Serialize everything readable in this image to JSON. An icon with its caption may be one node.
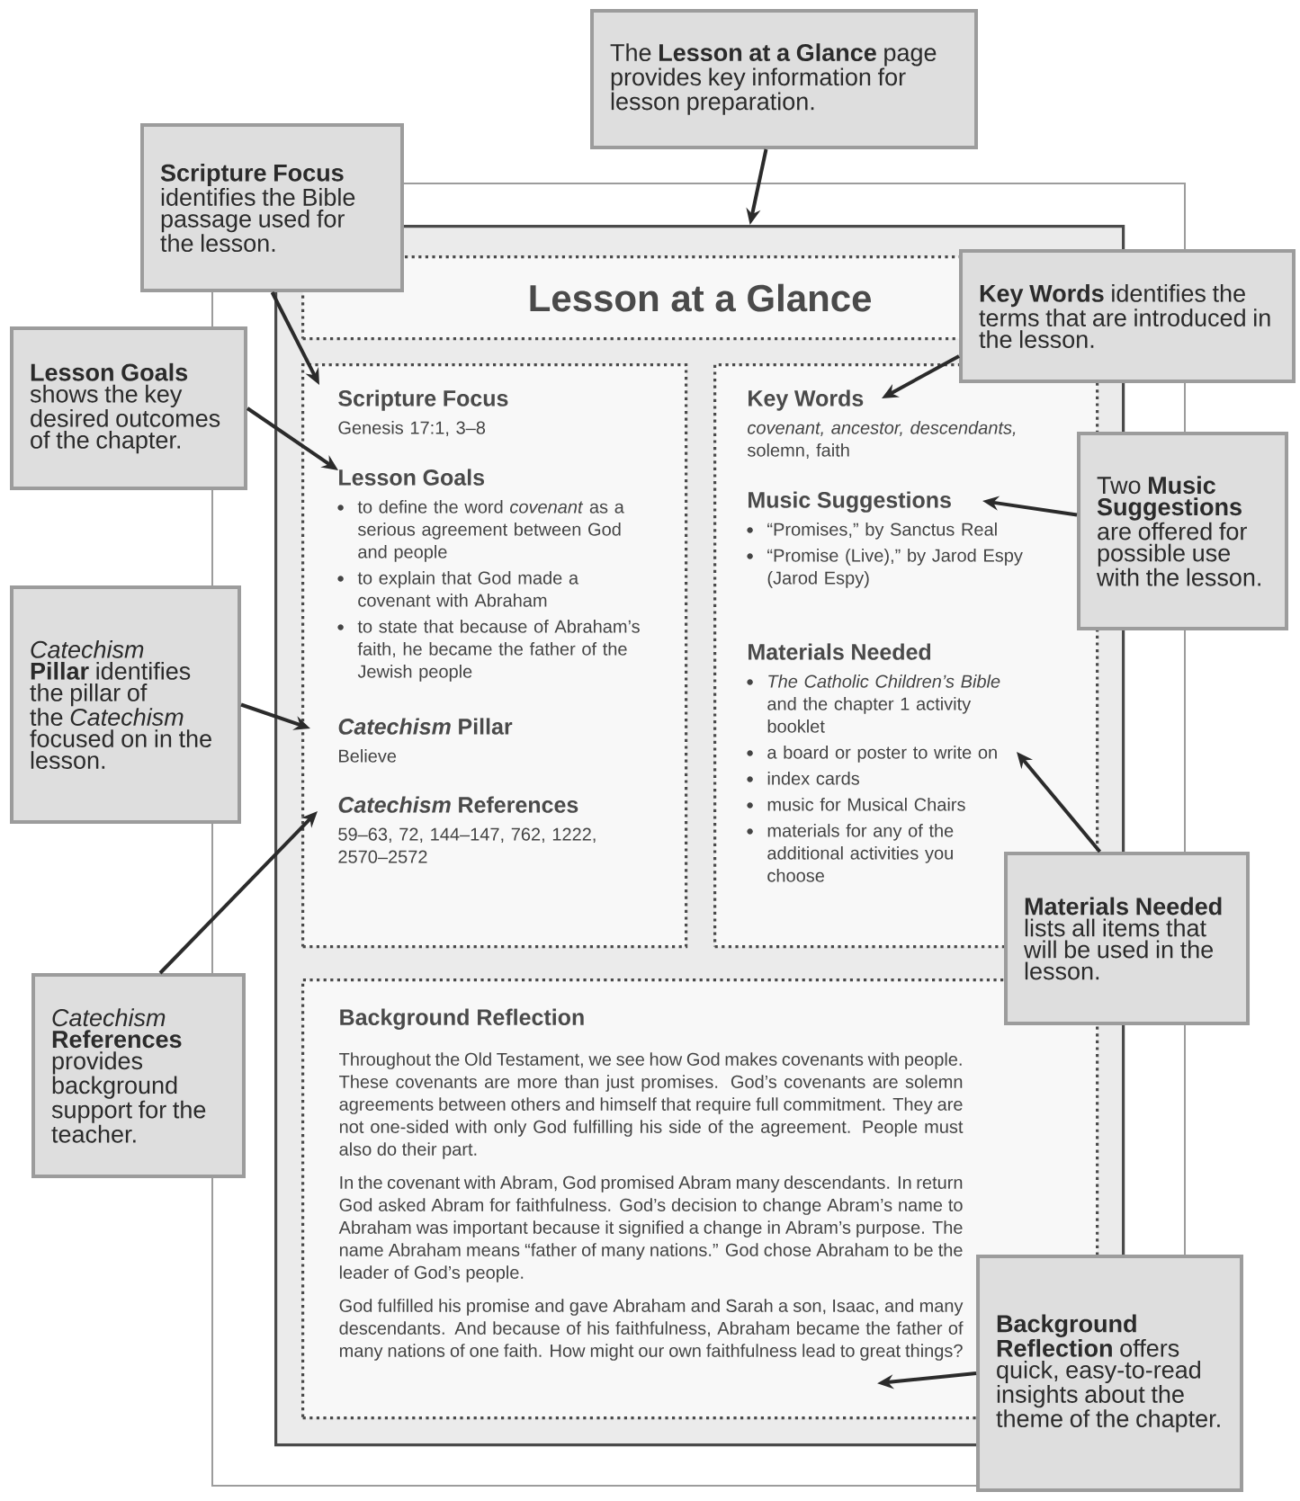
{
  "diagram": {
    "nodes": [
      {
        "text": [
          "The **Lesson at a Glance** page provides key information for lesson preparation."
        ]
      },
      {
        "text": [],
        "shape": "box"
      },
      {
        "text": [
          "Lesson at a Glance"
        ],
        "in": 1
      },
      {
        "text": [],
        "shape": "box",
        "in": 1
      },
      {
        "text": [
          "Scripture Focus",
          "Genesis 17:1, 3–8"
        ],
        "in": 3
      },
      {
        "text": [
          "Lesson Goals",
          "to define the word *covenant* as a serious agreement between God and people",
          "to explain that God made a covenant with Abraham",
          "to state that because of Abraham’s faith, he became the father of the Jewish people"
        ],
        "in": 3
      },
      {
        "text": [
          "*Catechism* Pillar",
          "Believe"
        ],
        "in": 3
      },
      {
        "text": [
          "*Catechism* References",
          "59–63, 72, 144–147, 762, 1222, 2570–2572"
        ],
        "in": 3
      },
      {
        "text": [],
        "shape": "box",
        "in": 1
      },
      {
        "text": [
          "Key Words",
          "*covenant, ancestor, descendants,* solemn, faith"
        ],
        "in": 8
      },
      {
        "text": [
          "Music Suggestions",
          "“Promises,” by Sanctus Real",
          "“Promise (Live),” by Jarod Espy (Jarod Espy)"
        ],
        "in": 8
      },
      {
        "text": [
          "Materials Needed",
          "*The Catholic Children’s Bible* and the chapter 1 activity booklet",
          "a board or poster to write on",
          "index cards",
          "music for Musical Chairs",
          "materials for any of the additional activities you choose"
        ],
        "in": 8
      },
      {
        "text": [
          "Background Reflection",
          "Throughout the Old Testament, we see how God makes covenants with people. These covenants are more than just promises. God’s covenants are solemn agreements between others and himself that require full commitment. They are not one-sided with only God fulfilling his side of the agreement. People must also do their part.",
          "In the covenant with Abram, God promised Abram many descendants. In return God asked Abram for faithfulness. God’s decision to change Abram’s name to Abraham was important because it signified a change in Abram’s purpose. The name Abraham means “father of many nations.” God chose Abraham to be the leader of God’s people.",
          "God fulfilled his promise and gave Abraham and Sarah a son, Isaac, and many descendants. And because of his faithfulness, Abraham became the father of many nations of one faith. How might our own faithfulness lead to great things?"
        ],
        "in": 1
      },
      {
        "text": [
          "**Scripture Focus** identifies the Bible passage used for the lesson."
        ]
      },
      {
        "text": [
          "**Key Words** identifies the terms that are introduced in the lesson."
        ]
      },
      {
        "text": [
          "**Lesson Goals** shows the key desired outcomes of the chapter."
        ]
      },
      {
        "text": [
          "Two **Music Suggestions** are offered for possible use with the lesson."
        ]
      },
      {
        "text": [
          "*Catechism* **Pillar** identifies the pillar of the *Catechism* focused on in the lesson."
        ]
      },
      {
        "text": [
          "**Materials Needed** lists all items that will be used in the lesson."
        ]
      },
      {
        "text": [
          "*Catechism* **References** provides background support for the teacher."
        ]
      },
      {
        "text": [
          "**Background Reflection** offers quick, easy-to-read insights about the theme of the chapter."
        ]
      }
    ],
    "edges": [
      {
        "from": 0,
        "to": 1,
        "arrow": "to"
      },
      {
        "from": 13,
        "to": 4,
        "arrow": "to"
      },
      {
        "from": 14,
        "to": 9,
        "arrow": "to"
      },
      {
        "from": 15,
        "to": 5,
        "arrow": "to"
      },
      {
        "from": 16,
        "to": 10,
        "arrow": "to"
      },
      {
        "from": 17,
        "to": 6,
        "arrow": "to"
      },
      {
        "from": 18,
        "to": 11,
        "arrow": "to"
      },
      {
        "from": 19,
        "to": 7,
        "arrow": "to"
      },
      {
        "from": 20,
        "to": 12,
        "arrow": "to"
      }
    ]
  }
}
